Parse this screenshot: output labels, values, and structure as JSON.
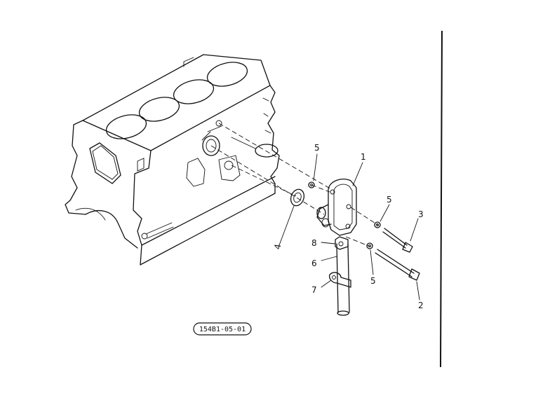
{
  "diagram": {
    "part_labels": {
      "p1": "1",
      "p2": "2",
      "p3": "3",
      "p4": "4",
      "p5a": "5",
      "p5b": "5",
      "p5c": "5",
      "p6": "6",
      "p7": "7",
      "p8": "8"
    },
    "drawing_code": "154B1-05-01"
  }
}
